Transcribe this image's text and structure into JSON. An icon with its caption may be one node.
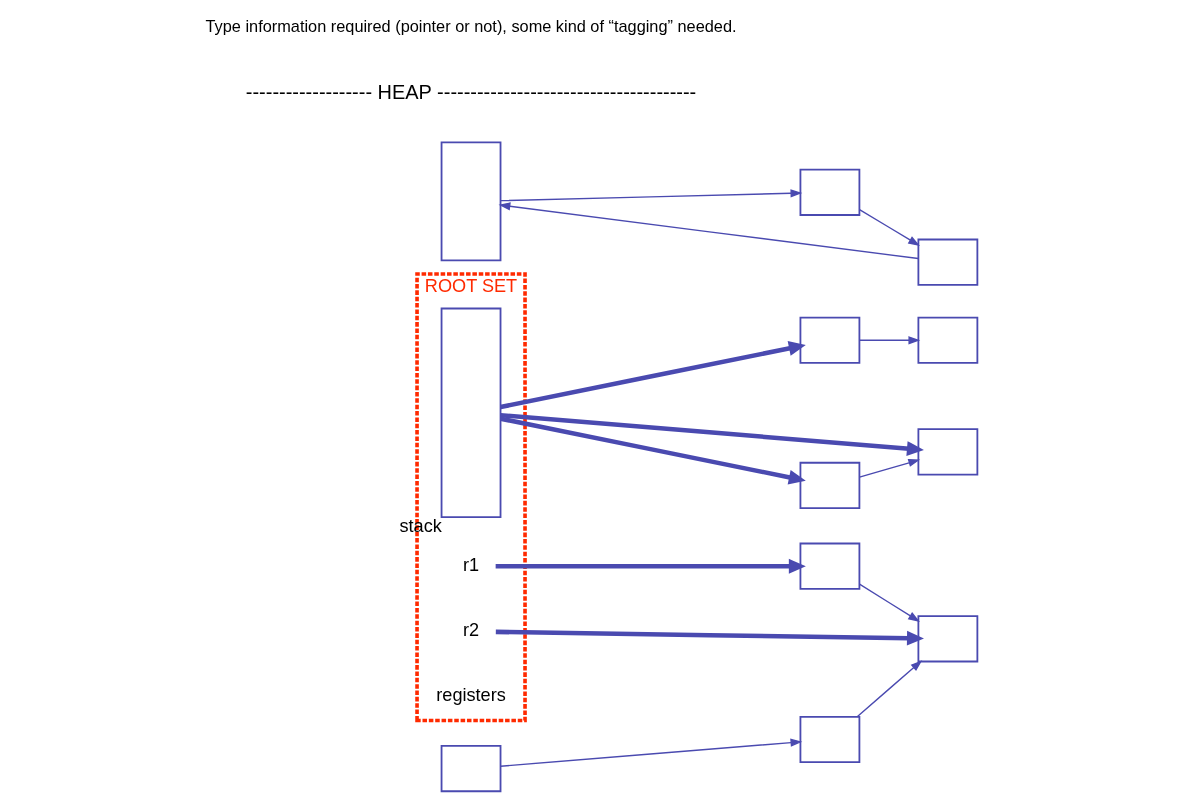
{
  "diagram": {
    "nodes": [
      {
        "text": [
          "ROOT SET"
        ]
      },
      {
        "text": [],
        "shape": "box",
        "in": 0,
        "beside": [
          "stack"
        ]
      },
      {
        "text": [
          "r1"
        ],
        "in": 0
      },
      {
        "text": [
          "r2"
        ],
        "in": 0
      },
      {
        "text": [],
        "shape": "box"
      },
      {
        "text": [],
        "shape": "box"
      },
      {
        "text": [],
        "shape": "box"
      },
      {
        "text": [],
        "shape": "box"
      },
      {
        "text": [],
        "shape": "box"
      },
      {
        "text": [],
        "shape": "box"
      },
      {
        "text": [],
        "shape": "box"
      },
      {
        "text": [],
        "shape": "box"
      },
      {
        "text": [],
        "shape": "box"
      },
      {
        "text": [],
        "shape": "box"
      },
      {
        "text": [],
        "shape": "box"
      }
    ],
    "edges": [
      {
        "from": 1,
        "to": 4,
        "arrow": "to",
        "style": "thick"
      },
      {
        "from": 1,
        "to": 9,
        "arrow": "to",
        "style": "thick"
      },
      {
        "from": 1,
        "to": 11,
        "arrow": "to",
        "style": "thick"
      },
      {
        "from": 4,
        "to": 5,
        "arrow": "to"
      },
      {
        "from": 6,
        "to": 8,
        "arrow": "to"
      },
      {
        "from": 8,
        "to": 7,
        "arrow": "to"
      },
      {
        "from": 7,
        "to": 6,
        "arrow": "to"
      },
      {
        "from": 11,
        "to": 9,
        "arrow": "to"
      },
      {
        "from": 2,
        "to": 10,
        "arrow": "to",
        "style": "thick"
      },
      {
        "from": 10,
        "to": 14,
        "arrow": "to"
      },
      {
        "from": 12,
        "to": 13,
        "arrow": "to"
      },
      {
        "from": 13,
        "to": 14,
        "arrow": "to"
      },
      {
        "from": 3,
        "to": 14,
        "arrow": "to",
        "style": "thick"
      }
    ],
    "labels": [
      "------------------- HEAP ---------------------------------------",
      "registers",
      "Type information required (pointer or not), some kind of “tagging” needed."
    ]
  }
}
